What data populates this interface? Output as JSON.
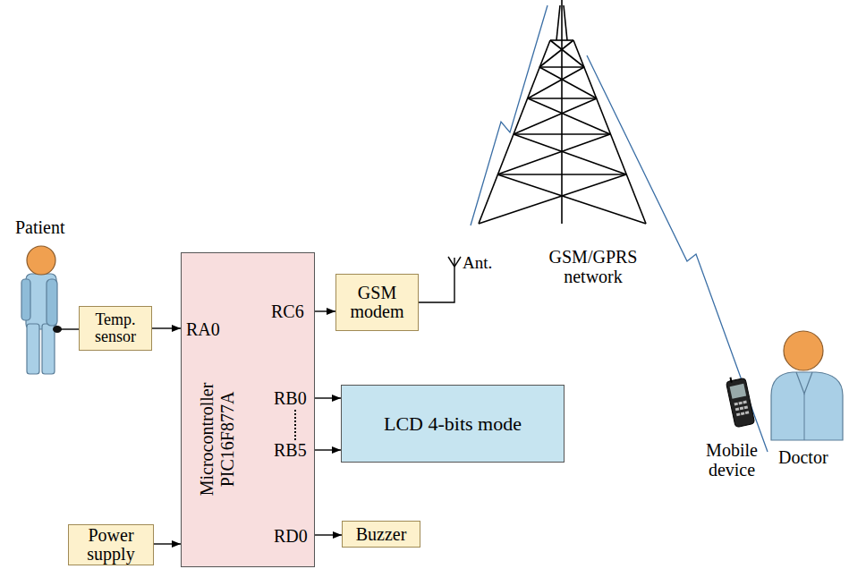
{
  "diagram": {
    "nodes": [
      {
        "text": [
          "Temp. sensor"
        ]
      },
      {
        "text": [
          "Microcontroller PIC16F877A"
        ]
      },
      {
        "text": [
          "GSM modem"
        ]
      },
      {
        "text": [
          "LCD 4-bits mode"
        ]
      },
      {
        "text": [
          "Buzzer"
        ]
      },
      {
        "text": [
          "Power supply"
        ]
      }
    ],
    "edges": [
      {
        "from": 0,
        "to": 1,
        "arrow": "to"
      },
      {
        "from": 1,
        "to": 2,
        "arrow": "to"
      },
      {
        "from": 1,
        "to": 3,
        "arrow": "to"
      },
      {
        "from": 1,
        "to": 3,
        "arrow": "to"
      },
      {
        "from": 1,
        "to": 4,
        "arrow": "to"
      },
      {
        "from": 5,
        "to": 1,
        "arrow": "to"
      }
    ],
    "labels": [
      "Patient",
      "RA0",
      "RC6",
      "RB0",
      "RB5",
      "RD0",
      "Ant.",
      "GSM/GPRS network",
      "Mobile device",
      "Doctor"
    ]
  }
}
